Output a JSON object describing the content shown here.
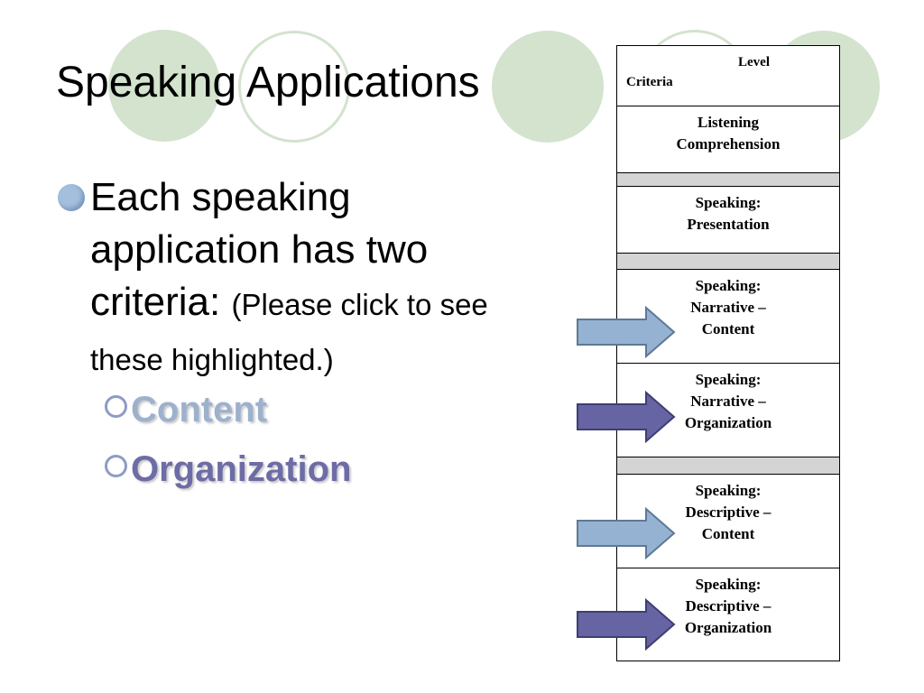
{
  "slide": {
    "title": "Speaking Applications",
    "bullet": {
      "text": "Each speaking application has two criteria:",
      "note": "(Please click to see these highlighted.)"
    },
    "sub_items": [
      {
        "label": "Content"
      },
      {
        "label": "Organization"
      }
    ]
  },
  "rubric": {
    "header": {
      "level": "Level",
      "criteria": "Criteria"
    },
    "rows": [
      {
        "lines": [
          "Listening",
          "Comprehension"
        ]
      },
      {
        "lines": [
          "Speaking:",
          "Presentation"
        ]
      },
      {
        "lines": [
          "Speaking:",
          "Narrative –",
          "Content"
        ]
      },
      {
        "lines": [
          "Speaking:",
          "Narrative –",
          "Organization"
        ]
      },
      {
        "lines": [
          "Speaking:",
          "Descriptive –",
          "Content"
        ]
      },
      {
        "lines": [
          "Speaking:",
          "Descriptive –",
          "Organization"
        ]
      }
    ]
  },
  "colors": {
    "decor_green": "#d3e3ce",
    "content_color": "#9db1cd",
    "organization_color": "#6d6ca6",
    "arrow_content": "#95b2d2",
    "arrow_organization": "#6664a3"
  },
  "icons": {
    "bullet": "filled-circle-bullet",
    "sub_bullet": "ring-bullet",
    "arrow": "right-block-arrow"
  }
}
